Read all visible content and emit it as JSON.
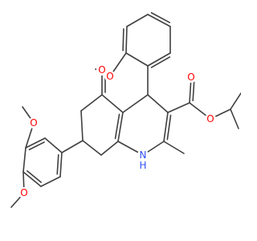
{
  "colors": {
    "bond": "#404040",
    "oxygen": "#ff0000",
    "nitrogen": "#3050f8",
    "carbon_label": "#404040",
    "background": "#ffffff"
  },
  "atoms": [
    {
      "id": "o_ketone",
      "text": "O",
      "element": "oxygen"
    },
    {
      "id": "o_anisole",
      "text": "O",
      "element": "oxygen"
    },
    {
      "id": "o_ester_carbonyl",
      "text": "O",
      "element": "oxygen"
    },
    {
      "id": "o_ester_ether",
      "text": "O",
      "element": "oxygen"
    },
    {
      "id": "o_methoxy_3",
      "text": "O",
      "element": "oxygen"
    },
    {
      "id": "o_methoxy_4",
      "text": "O",
      "element": "oxygen"
    },
    {
      "id": "n_amine",
      "text": "N",
      "element": "nitrogen"
    },
    {
      "id": "h_amine",
      "text": "H",
      "element": "nitrogen"
    }
  ]
}
